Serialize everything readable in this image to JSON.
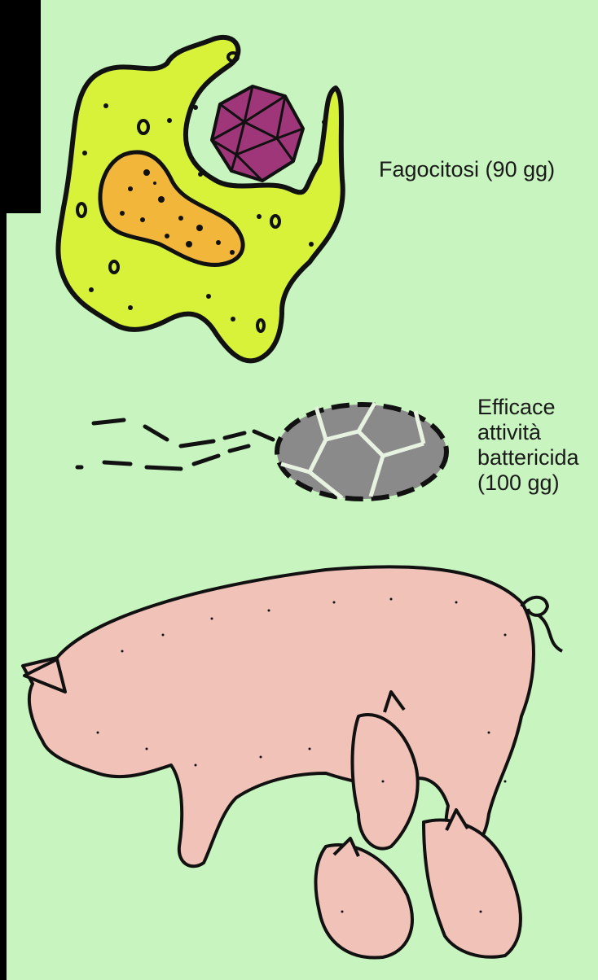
{
  "labels": {
    "fagocitosi": "Fagocitosi (90 gg)",
    "efficace_line1": "Efficace",
    "efficace_line2": "attività",
    "efficace_line3": "battericida",
    "efficace_line4": "(100 gg)"
  },
  "colors": {
    "background": "#c8f4c0",
    "phagocyte": "#d8f23a",
    "nucleus": "#f2b63a",
    "virus": "#a0367a",
    "bacterium": "#8a8a8a",
    "pig": "#f0c2b8",
    "outline": "#111111"
  },
  "icons": {
    "phagocyte": "phagocyte-cell",
    "virus": "icosahedral-virus",
    "bacterium": "fragmented-bacterium",
    "pigs": "sow-with-piglets"
  }
}
